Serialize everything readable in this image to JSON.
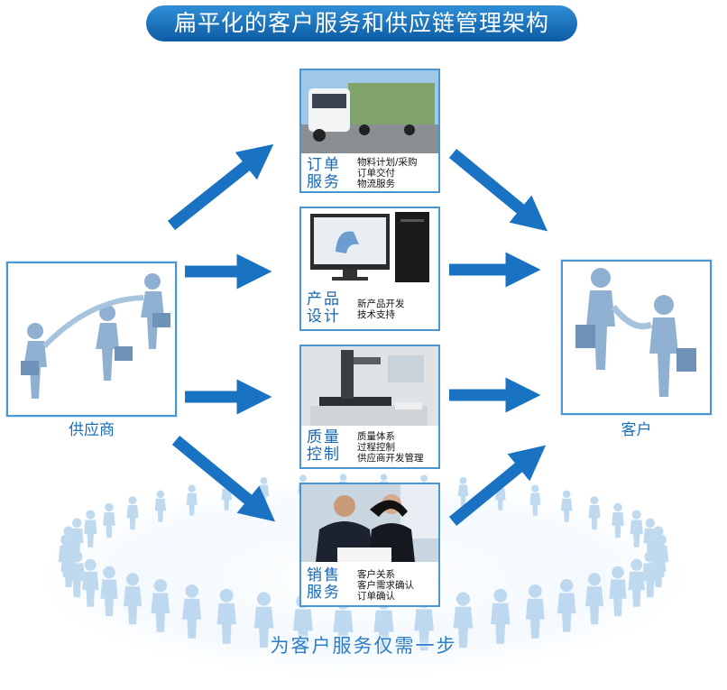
{
  "title": "扁平化的客户服务和供应链管理架构",
  "supplier": {
    "label": "供应商"
  },
  "customer": {
    "label": "客户"
  },
  "services": [
    {
      "title_line1": "订单",
      "title_line2": "服务",
      "items": [
        "物料计划/采购",
        "订单交付",
        "物流服务"
      ]
    },
    {
      "title_line1": "产品",
      "title_line2": "设计",
      "items": [
        "新产品开发",
        "技术支持"
      ]
    },
    {
      "title_line1": "质量",
      "title_line2": "控制",
      "items": [
        "质量体系",
        "过程控制",
        "供应商开发管理"
      ]
    },
    {
      "title_line1": "销售",
      "title_line2": "服务",
      "items": [
        "客户关系",
        "客户需求确认",
        "订单确认"
      ]
    }
  ],
  "slogan": "为客户服务仅需一步",
  "colors": {
    "primary": "#1767b3",
    "arrow": "#1a73c2",
    "figure": "#8fb0d1",
    "ring": "#bcd8ef"
  },
  "icons": [
    "truck-photo",
    "computer-photo",
    "measuring-machine-photo",
    "business-people-photo",
    "handshake-figures"
  ]
}
